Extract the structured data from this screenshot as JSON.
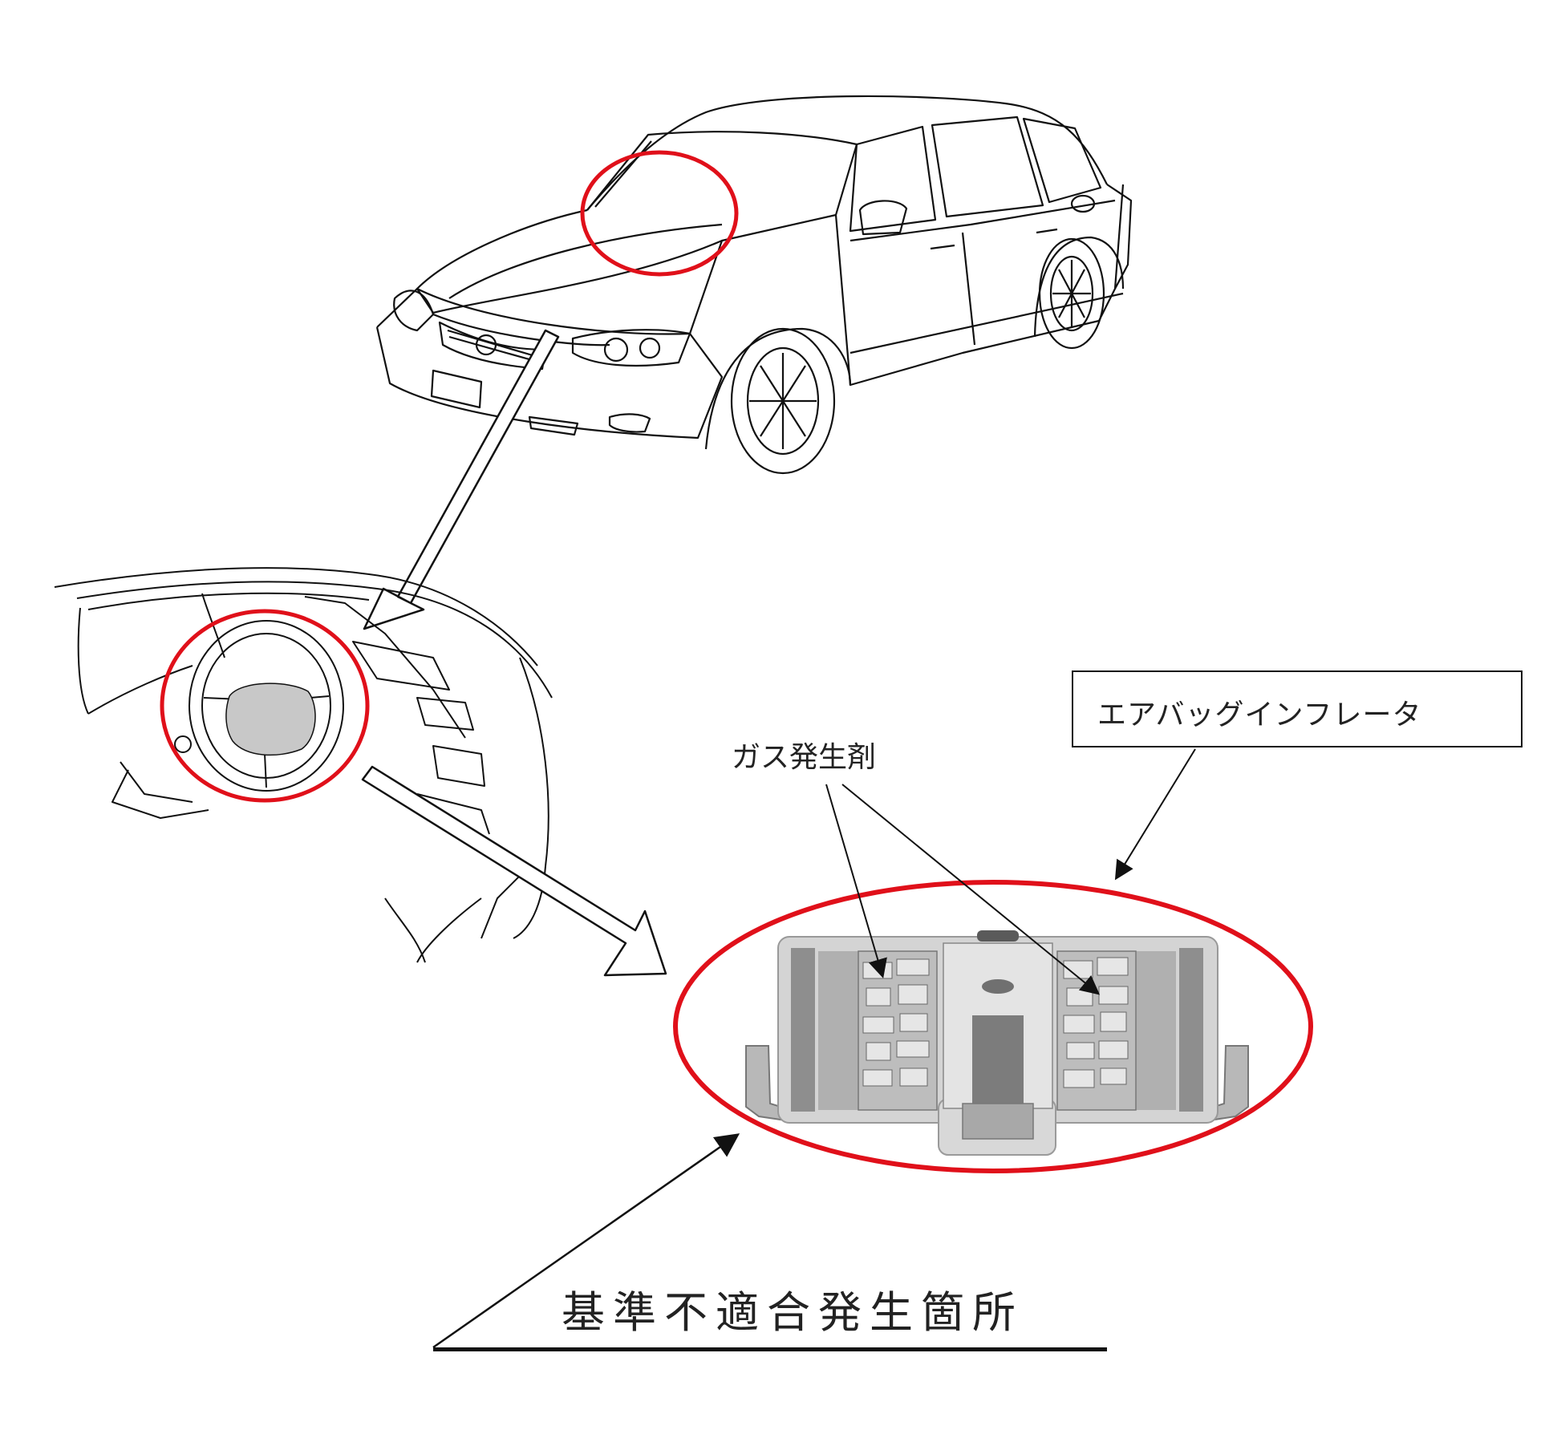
{
  "labels": {
    "inflator": "エアバッグインフレータ",
    "gas_generant": "ガス発生剤",
    "nonconformity_location": "基準不適合発生箇所"
  },
  "colors": {
    "highlight": "#e0101a",
    "line": "#111111",
    "part_fill": "#c8c8c8"
  },
  "icons": {
    "vehicle": "sedan-line-drawing",
    "dashboard": "dashboard-steering-wheel-drawing",
    "inflator": "inflator-cross-section"
  }
}
